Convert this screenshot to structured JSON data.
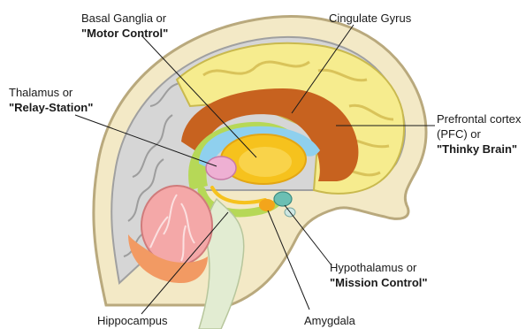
{
  "figure": {
    "labels": {
      "basal_ganglia": {
        "line1": "Basal Ganglia or",
        "line2": "\"Motor Control\""
      },
      "cingulate_gyrus": {
        "line1": "Cingulate Gyrus"
      },
      "thalamus": {
        "line1": "Thalamus or",
        "line2": "\"Relay-Station\""
      },
      "prefrontal_cortex": {
        "line1": "Prefrontal cortex",
        "line2": "(PFC) or",
        "line3": "\"Thinky Brain\""
      },
      "hypothalamus": {
        "line1": "Hypothalamus or",
        "line2": "\"Mission Control\""
      },
      "hippocampus": {
        "line1": "Hippocampus"
      },
      "amygdala": {
        "line1": "Amygdala"
      }
    },
    "colors": {
      "skull": "#f3e9c6",
      "skull_edge": "#b9a97d",
      "cortex_gray": "#d6d6d6",
      "prefrontal": "#f6ec8e",
      "cingulate": "#c7621f",
      "ventricle": "#8fd0ee",
      "basal_ganglia": "#f6c21d",
      "thalamus": "#eeb0d3",
      "limbic_green": "#b6d857",
      "cerebellum": "#f4a8a8",
      "brainstem": "#e2ecd2"
    }
  }
}
